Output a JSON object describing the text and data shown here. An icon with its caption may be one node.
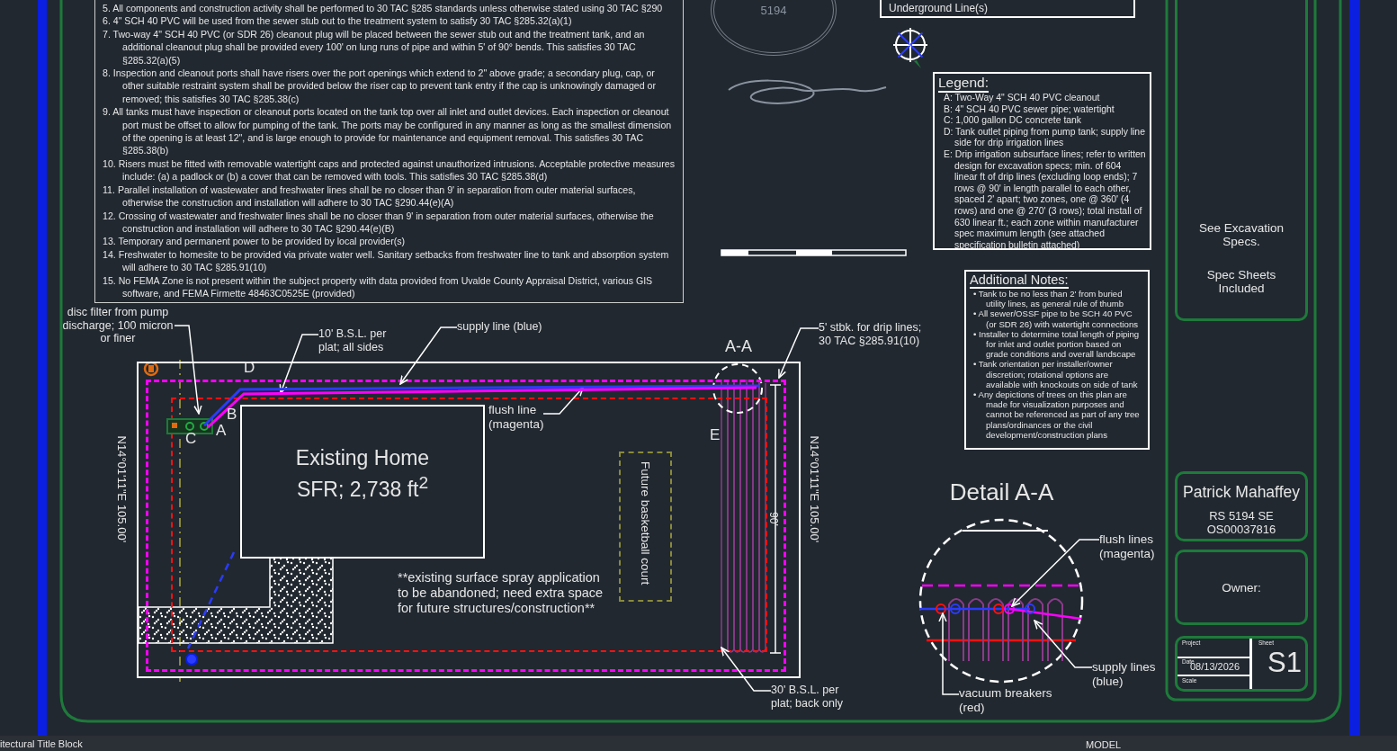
{
  "diagram": {
    "nodes": [
      {
        "text": [
          "5. All components and construction activity shall be performed to 30 TAC §285 standards unless otherwise stated using 30 TAC §290",
          "6. 4\" SCH 40 PVC will be used from the sewer stub out to the treatment system to satisfy 30 TAC §285.32(a)(1)",
          "7. Two-way 4\" SCH 40 PVC (or SDR 26) cleanout plug will be placed between the sewer stub out and the treatment tank, and an additional cleanout plug shall be provided every 100' on lung runs of pipe and within 5' of 90° bends. This satisfies 30 TAC §285.32(a)(5)",
          "8. Inspection and cleanout ports shall have risers over the port openings which extend to 2\" above grade; a secondary plug, cap, or other suitable restraint system shall be provided below the riser cap to prevent tank entry if the cap is unknowingly damaged or removed; this satisfies 30 TAC §285.38(c)",
          "9. All tanks must have inspection or cleanout ports located on the tank top over all inlet and outlet devices. Each inspection or cleanout port must be offset to allow for pumping of the tank. The ports may be configured in any manner as long as the smallest dimension of the opening is at least 12\", and is large enough to provide for maintenance and equipment removal. This satisfies 30 TAC §285.38(b)",
          "10. Risers must be fitted with removable watertight caps and protected against unauthorized intrusions. Acceptable protective measures include: (a) a padlock or (b) a cover that can be removed with tools. This satisfies 30 TAC §285.38(d)",
          "11. Parallel installation of wastewater and freshwater lines shall be no closer than 9' in separation from outer material surfaces, otherwise the construction and installation will adhere to 30 TAC §290.44(e)(A)",
          "12. Crossing of wastewater and freshwater lines shall be no closer than 9' in separation from outer material surfaces, otherwise the construction and installation will adhere to 30 TAC §290.44(e)(B)",
          "13. Temporary and permanent power to be provided by local provider(s)",
          "14. Freshwater to homesite to be provided via private water well. Sanitary setbacks from freshwater line to tank and absorption system will adhere to 30 TAC §285.91(10)",
          "15. No FEMA Zone is not present within the subject property with data provided from Uvalde County Appraisal District, various GIS software, and FEMA Firmette 48463C0525E (provided)"
        ]
      },
      {
        "text": [
          "Underground Line(s)"
        ]
      },
      {
        "text": [
          "5194"
        ]
      },
      {
        "text": [
          "Legend:",
          "A: Two-Way 4\" SCH 40 PVC cleanout",
          "B: 4\" SCH 40 PVC sewer pipe; watertight",
          "C: 1,000 gallon DC concrete tank",
          "D: Tank outlet piping from pump tank; supply line side for drip irrigation lines",
          "E: Drip irrigation subsurface lines; refer to written design for excavation specs; min. of 604 linear ft of drip lines (excluding loop ends); 7 rows @ 90' in length parallel to each other, spaced 2' apart; two zones, one @ 360' (4 rows) and one @ 270' (3 rows); total install of 630 linear ft.; each zone within manufacturer spec maximum length (see attached specification bulletin attached)"
        ]
      },
      {
        "text": [
          "Additional Notes:",
          "• Tank to be no less than 2' from buried utility lines, as general rule of thumb",
          "• All sewer/OSSF pipe to be SCH 40 PVC (or SDR 26) with watertight connections",
          "• Installer to determine total length of piping for inlet and outlet portion based on grade conditions and overall landscape",
          "• Tank orientation per installer/owner discretion; rotational options are available with knockouts on side of tank",
          "• Any depictions of trees on this plan are made for visualization purposes and cannot be referenced as part of any tree plans/ordinances or the civil development/construction plans"
        ]
      },
      {
        "text": [
          "See Excavation Specs.",
          "Spec Sheets Included"
        ]
      },
      {
        "text": [
          "Patrick Mahaffey",
          "RS 5194 SE OS00037816"
        ]
      },
      {
        "text": [
          "Owner:"
        ]
      },
      {
        "text": [
          "Project",
          "Date",
          "08/13/2026",
          "Scale",
          "Sheet",
          "S1"
        ]
      },
      {
        "text": [
          "disc filter from pump discharge; 100 micron or finer"
        ]
      },
      {
        "text": [
          "10' B.S.L. per plat; all sides"
        ]
      },
      {
        "text": [
          "supply line (blue)"
        ]
      },
      {
        "text": [
          "5' stbk. for drip lines; 30 TAC §285.91(10)"
        ]
      },
      {
        "text": [],
        "shape": "box"
      },
      {
        "text": [],
        "shape": "box",
        "in": 13
      },
      {
        "text": [],
        "shape": "box",
        "in": 14
      },
      {
        "text": [],
        "shape": "box",
        "in": 14
      },
      {
        "text": [
          "Existing Home",
          "SFR; 2,738 ft$^{2}$"
        ],
        "in": 15
      },
      {
        "text": [
          "Future basketball court"
        ],
        "in": 15
      },
      {
        "text": [
          "flush line (magenta)"
        ],
        "in": 15
      },
      {
        "text": [],
        "shape": "line",
        "in": 14
      },
      {
        "text": [],
        "shape": "line",
        "in": 14
      },
      {
        "text": [],
        "shape": "circle",
        "in": 14
      },
      {
        "text": [
          "30' B.S.L. per plat; back only"
        ]
      },
      {
        "text": [
          "Detail A-A"
        ]
      },
      {
        "text": [
          "flush lines (magenta)"
        ]
      },
      {
        "text": [
          "supply lines (blue)"
        ]
      },
      {
        "text": [
          "vacuum breakers (red)"
        ]
      }
    ],
    "edges": [
      {
        "from": 9,
        "to": 16,
        "arrow": "to"
      },
      {
        "from": 10,
        "to": 15,
        "arrow": "to"
      },
      {
        "from": 11,
        "to": 20,
        "arrow": "to"
      },
      {
        "from": 12,
        "to": 14,
        "arrow": "to"
      },
      {
        "from": 19,
        "to": 21,
        "arrow": "to"
      },
      {
        "from": 23,
        "to": 15,
        "arrow": "to"
      },
      {
        "from": 25,
        "to": null,
        "arrow": "to"
      },
      {
        "from": 26,
        "to": null,
        "arrow": "to"
      },
      {
        "from": 27,
        "to": null,
        "arrow": "to"
      },
      {
        "from": 17,
        "to": 22,
        "arrow": "none",
        "style": "dashed",
        "color": "#2b3bff"
      }
    ],
    "labels": [
      "A-A",
      "D",
      "B",
      "A",
      "C",
      "E",
      "N14°01'11\"E 105.00'",
      "N14°01'11\"E 105.00'",
      "90'",
      "**existing surface spray application to be abandoned; need extra space for future structures/construction**",
      "itectural Title Block",
      "MODEL"
    ]
  }
}
